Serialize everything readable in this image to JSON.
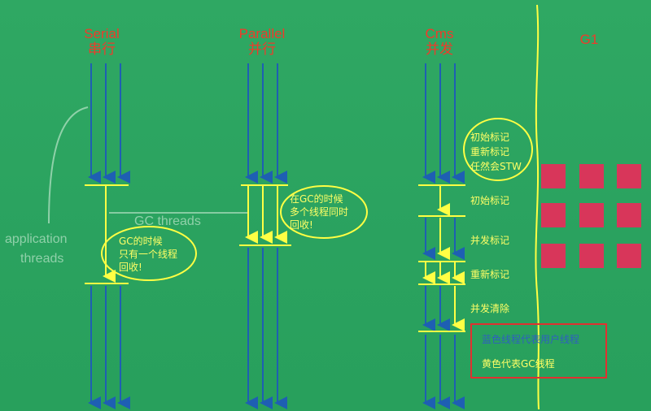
{
  "collectors": {
    "serial": {
      "name": "Serial",
      "cn": "串行"
    },
    "parallel": {
      "name": "Parallel",
      "cn": "并行"
    },
    "cms": {
      "name": "Cms",
      "cn": "并发"
    },
    "g1": {
      "name": "G1"
    }
  },
  "ghost_labels": {
    "application_threads_line1": "application",
    "application_threads_line2": "threads",
    "gc_threads": "GC threads"
  },
  "notes": {
    "serial": [
      "GC的时候",
      "只有一个线程",
      "回收!"
    ],
    "parallel": [
      "在GC的时候",
      "多个线程同时",
      "回收!"
    ],
    "cms_bubble": [
      "初始标记",
      "重新标记",
      "任然会STW"
    ]
  },
  "cms_phases": [
    "初始标记",
    "并发标记",
    "重新标记",
    "并发清除"
  ],
  "legend": {
    "blue": "蓝色线程代表用户线程",
    "yellow": "黄色代表GC线程"
  },
  "colors": {
    "background": "#2aa25f",
    "user_thread": "#1e5fb3",
    "gc_thread": "#ffff44",
    "label_red": "#f03a2a",
    "g1_region": "#d8365a",
    "legend_border": "#e03030"
  }
}
